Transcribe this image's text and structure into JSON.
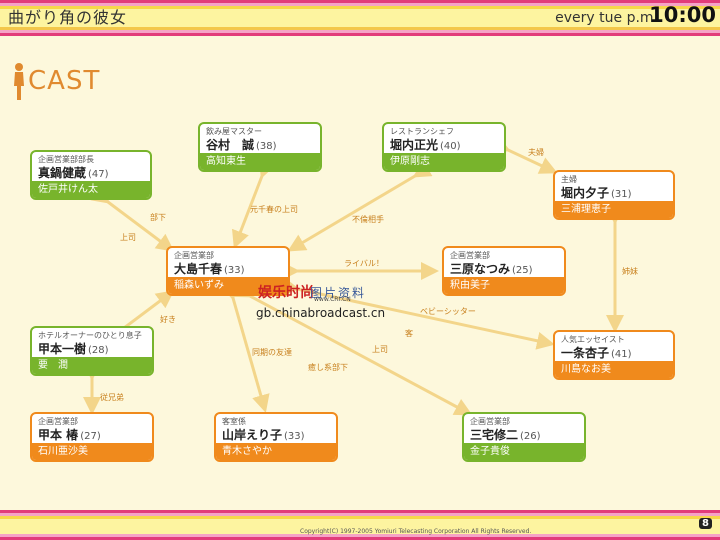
{
  "header": {
    "show_title": "曲がり角の彼女",
    "air_time": "every tue  p.m.",
    "air_clock": "10:00"
  },
  "section": {
    "heading": "CAST"
  },
  "cast": {
    "manabe": {
      "role": "企画営業部部長",
      "name": "真鍋健蔵",
      "age": "(47)",
      "actor": "佐戸井けん太"
    },
    "tanimura": {
      "role": "飲み屋マスター",
      "name": "谷村　誠",
      "age": "(38)",
      "actor": "高知東生"
    },
    "horiuchi_m": {
      "role": "レストランシェフ",
      "name": "堀内正光",
      "age": "(40)",
      "actor": "伊原剛志"
    },
    "horiuchi_y": {
      "role": "主婦",
      "name": "堀内夕子",
      "age": "(31)",
      "actor": "三浦理恵子"
    },
    "oshima": {
      "role": "企画営業部",
      "name": "大島千春",
      "age": "(33)",
      "actor": "稲森いずみ"
    },
    "mihara": {
      "role": "企画営業部",
      "name": "三原なつみ",
      "age": "(25)",
      "actor": "釈由美子"
    },
    "kamoto_k": {
      "role": "ホテルオーナーのひとり息子",
      "name": "甲本一樹",
      "age": "(28)",
      "actor": "要　潤"
    },
    "ichijo": {
      "role": "人気エッセイスト",
      "name": "一条杏子",
      "age": "(41)",
      "actor": "川島なお美"
    },
    "kamoto_t": {
      "role": "企画営業部",
      "name": "甲本 椿",
      "age": "(27)",
      "actor": "石川亜沙美"
    },
    "yamagishi": {
      "role": "客室係",
      "name": "山岸えり子",
      "age": "(33)",
      "actor": "青木さやか"
    },
    "miyake": {
      "role": "企画営業部",
      "name": "三宅修二",
      "age": "(26)",
      "actor": "金子貴俊"
    }
  },
  "relations": {
    "buka": "部下",
    "joshi_1": "上司",
    "motochiharu": "元千春の上司",
    "furin": "不倫相手",
    "fuufu": "夫婦",
    "rival": "ライバル！",
    "shimai": "姉妹",
    "babysitter": "ベビーシッター",
    "kyaku": "客",
    "suki": "好き",
    "douki": "同期の友達",
    "joshi_2": "上司",
    "iyashi": "癒し系部下",
    "itoko": "従兄弟"
  },
  "watermark": {
    "brand": "娱乐时尚",
    "brand_sub": "图片资料",
    "site_short": "www.CRI.CN",
    "url": "gb.chinabroadcast.cn"
  },
  "footer": {
    "copyright": "Copyright(C) 1997-2005 Yomiuri Telecasting Corporation All Rights Reserved.",
    "logo": "8"
  },
  "colors": {
    "green": "#78b42c",
    "orange": "#f08a1c",
    "background": "#fdf8dc"
  }
}
